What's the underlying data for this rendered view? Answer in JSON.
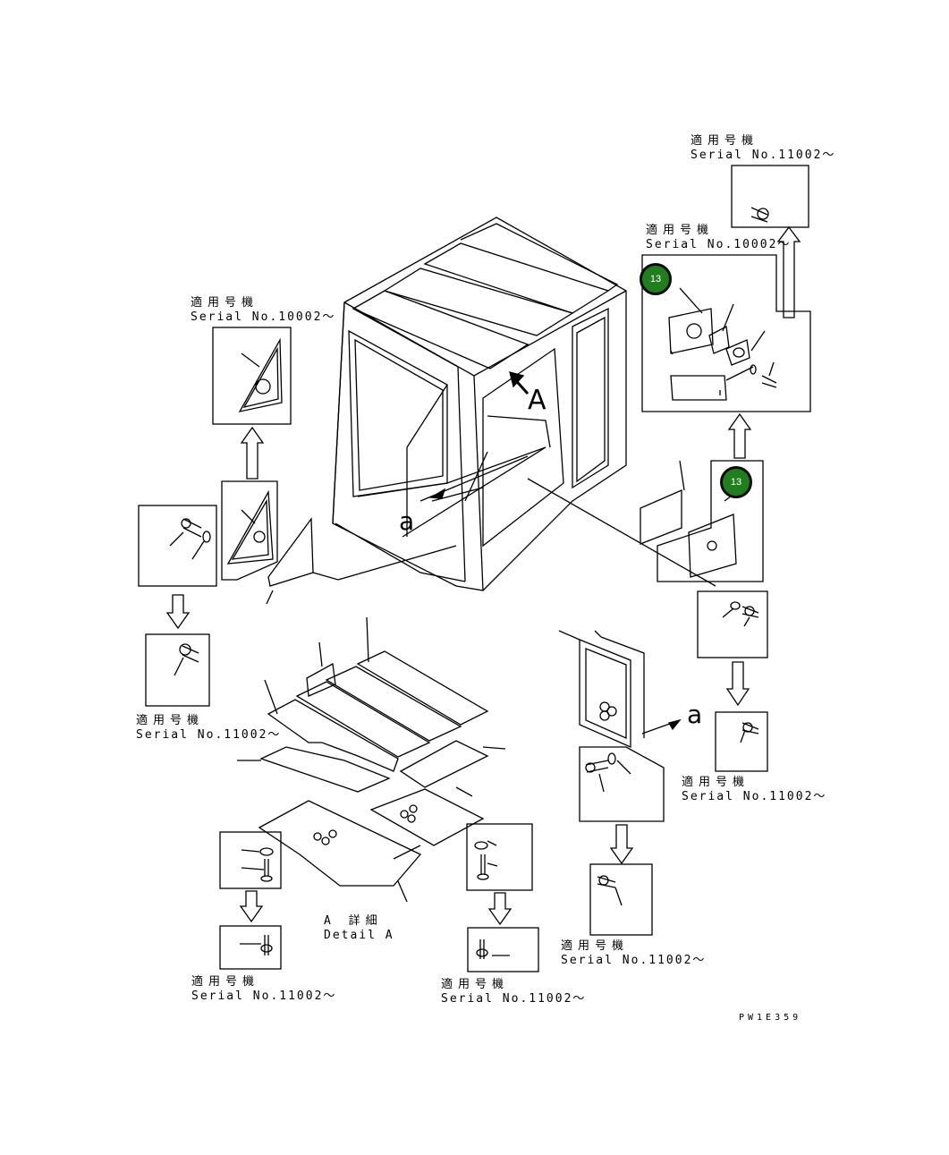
{
  "drawing_code": "PW1E359",
  "serial_labels": [
    {
      "jp": "適用号機",
      "serial": "Serial No.11002～"
    },
    {
      "jp": "適用号機",
      "serial": "Serial No.10002～"
    },
    {
      "jp": "適用号機",
      "serial": "Serial No.10002～"
    },
    {
      "jp": "適用号機",
      "serial": "Serial No.11002～"
    },
    {
      "jp": "適用号機",
      "serial": "Serial No.11002～"
    },
    {
      "jp": "適用号機",
      "serial": "Serial No.11002～"
    },
    {
      "jp": "適用号機",
      "serial": "Serial No.11002～"
    },
    {
      "jp": "適用号機",
      "serial": "Serial No.11002～"
    }
  ],
  "detail": {
    "jp": "A 詳細",
    "en": "Detail A"
  },
  "view_markers": {
    "a1": "a",
    "a2": "a",
    "A": "A"
  },
  "callouts": [
    "13",
    "13"
  ],
  "colors": {
    "callout_fill": "#1f7f1f",
    "line": "#000000"
  }
}
